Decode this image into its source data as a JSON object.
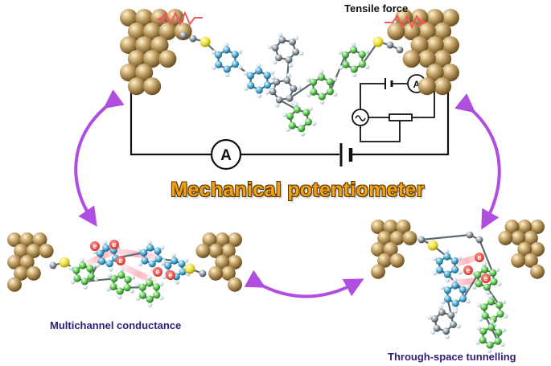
{
  "labels": {
    "tensile_force": "Tensile force",
    "title": "Mechanical potentiometer",
    "multichannel": "Multichannel conductance",
    "through_space": "Through-space tunnelling"
  },
  "symbols": {
    "ammeter": "A",
    "electron": "e"
  },
  "colors": {
    "gold": "#c8a66a",
    "sulfur": "#f0e23a",
    "carbon_grey": "#8e9aa3",
    "ring_blue": "#4aaed8",
    "ring_green": "#5fcb52",
    "hydrogen": "#d7e4ea",
    "arrow_purple": "#b04ee0",
    "electron_red": "#e8413a",
    "title_orange": "#f2a014",
    "caption_purple": "#2e1e78"
  }
}
